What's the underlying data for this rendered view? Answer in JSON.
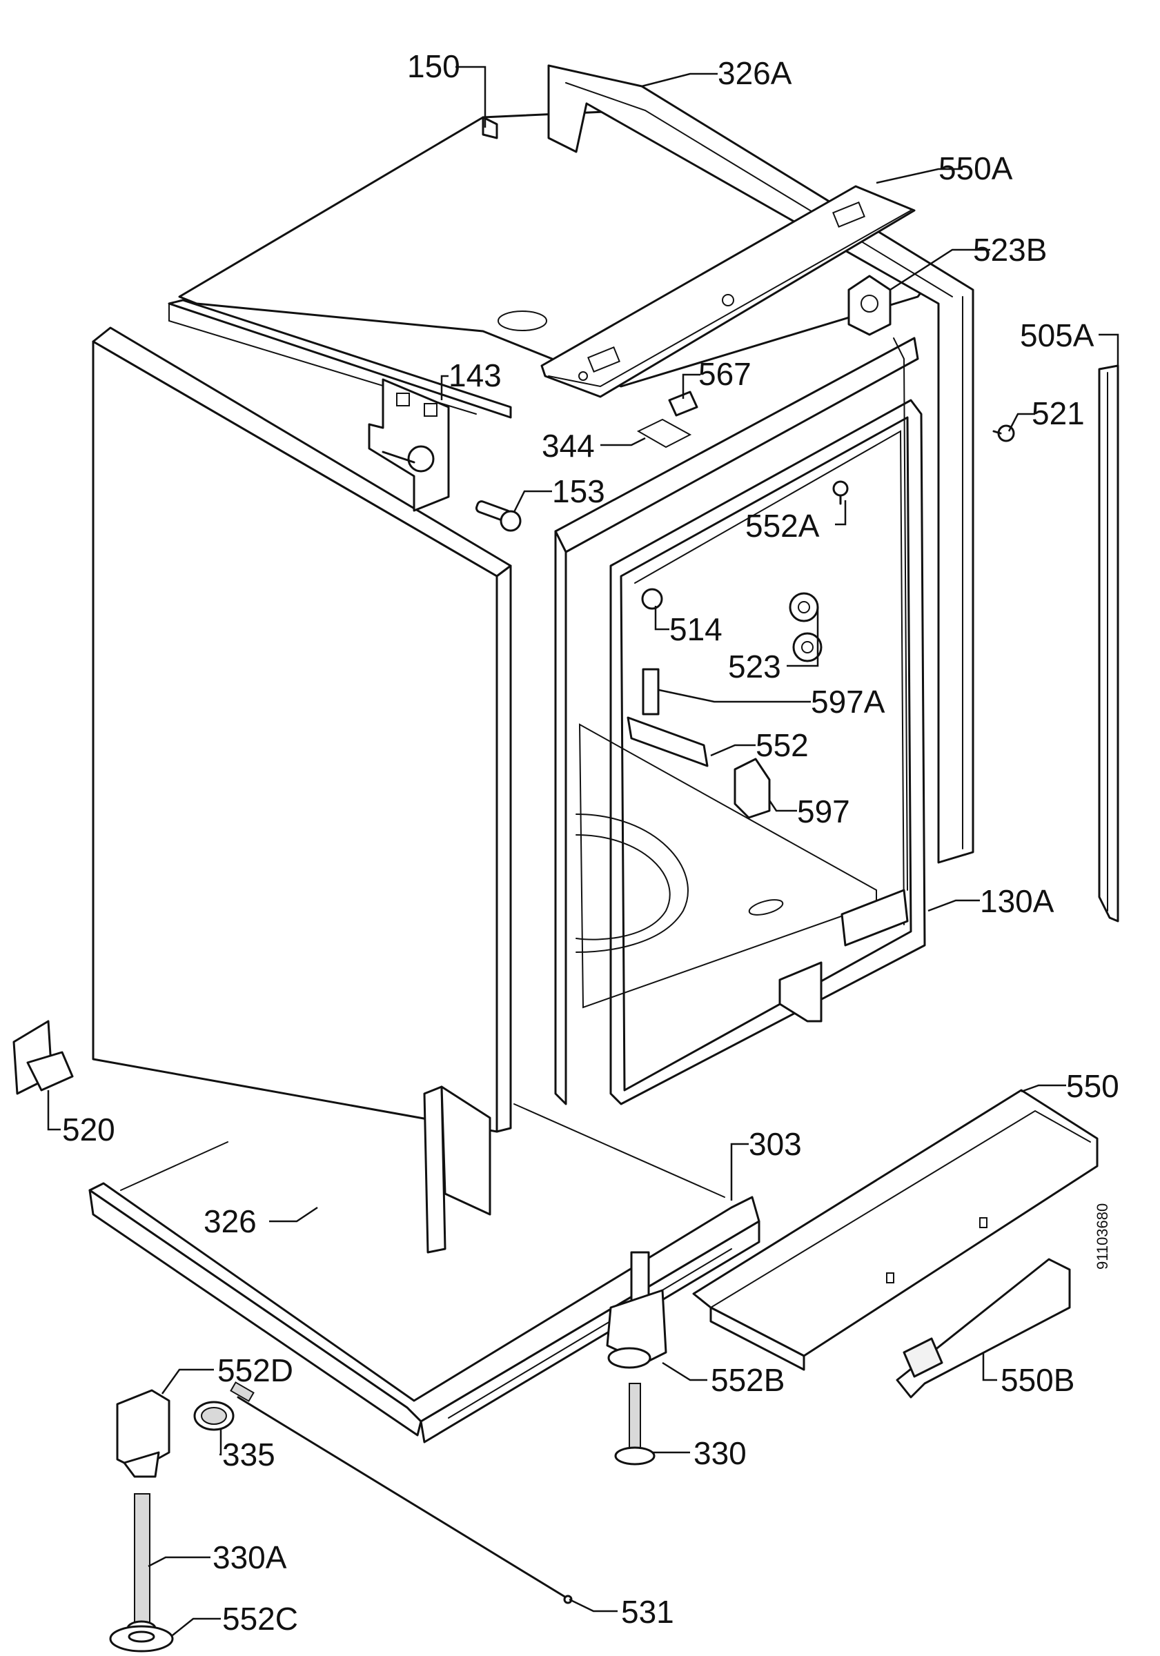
{
  "callouts": {
    "c150": "150",
    "c326A": "326A",
    "c550A": "550A",
    "c523B": "523B",
    "c505A": "505A",
    "c521": "521",
    "c143": "143",
    "c567": "567",
    "c344": "344",
    "c153": "153",
    "c552A": "552A",
    "c514": "514",
    "c523": "523",
    "c597A": "597A",
    "c552": "552",
    "c597": "597",
    "c130A": "130A",
    "c550": "550",
    "c520": "520",
    "c303": "303",
    "c326": "326",
    "c552D": "552D",
    "c552B": "552B",
    "c550B": "550B",
    "c335": "335",
    "c330": "330",
    "c330A": "330A",
    "c531": "531",
    "c552C": "552C"
  },
  "drawing_ref": "91103680"
}
